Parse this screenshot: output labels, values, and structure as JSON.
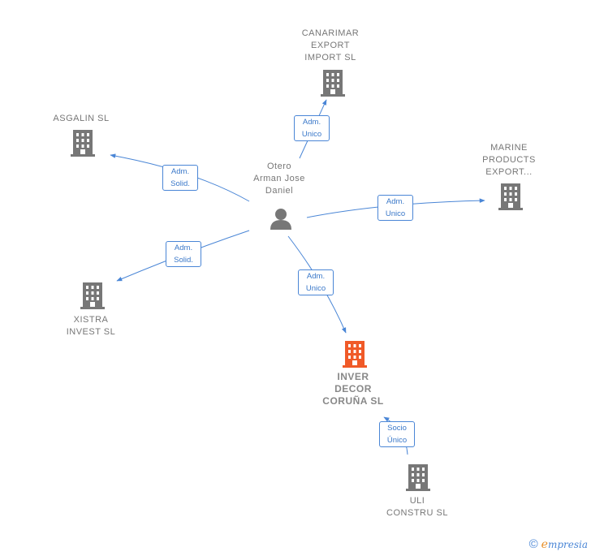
{
  "colors": {
    "edge": "#4a86d6",
    "node": "#777777",
    "focus_node": "#f05a28"
  },
  "person": {
    "lines": [
      "Otero",
      "Arman Jose",
      "Daniel"
    ],
    "icon": "person-icon"
  },
  "companies": {
    "canarimar": {
      "lines": [
        "CANARIMAR",
        "EXPORT",
        "IMPORT SL"
      ],
      "icon": "building-icon"
    },
    "asgalin": {
      "lines": [
        "ASGALIN  SL"
      ],
      "icon": "building-icon"
    },
    "marine": {
      "lines": [
        "MARINE",
        "PRODUCTS",
        "EXPORT..."
      ],
      "icon": "building-icon"
    },
    "xistra": {
      "lines": [
        "XISTRA",
        "INVEST  SL"
      ],
      "icon": "building-icon"
    },
    "inver": {
      "lines": [
        "INVER",
        "DECOR",
        "CORUÑA  SL"
      ],
      "icon": "building-icon"
    },
    "uli": {
      "lines": [
        "ULI",
        "CONSTRU  SL"
      ],
      "icon": "building-icon"
    }
  },
  "edges": {
    "canarimar": [
      "Adm.",
      "Unico"
    ],
    "asgalin": [
      "Adm.",
      "Solid."
    ],
    "marine": [
      "Adm.",
      "Unico"
    ],
    "xistra": [
      "Adm.",
      "Solid."
    ],
    "inver": [
      "Adm.",
      "Unico"
    ],
    "uli": [
      "Socio",
      "Único"
    ]
  },
  "footer": {
    "copyright": "©",
    "brand_initial": "e",
    "brand_rest": "mpresia"
  }
}
